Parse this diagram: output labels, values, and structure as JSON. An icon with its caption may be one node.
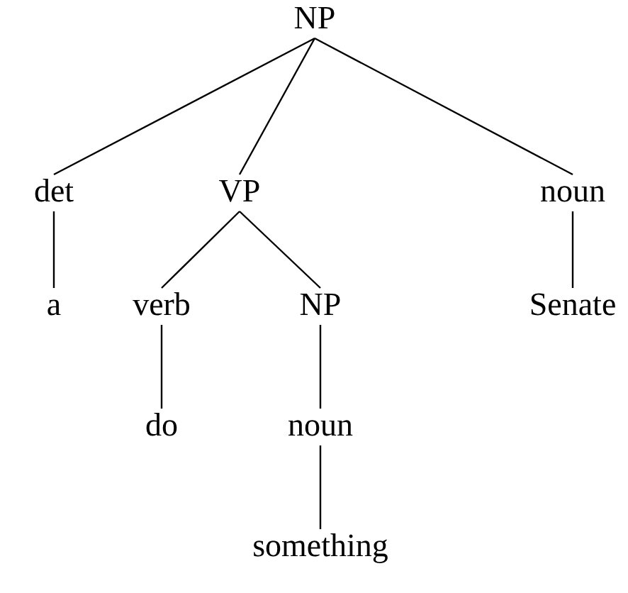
{
  "diagram": {
    "nodes": [
      {
        "text": [
          "NP"
        ]
      },
      {
        "text": [
          "det"
        ]
      },
      {
        "text": [
          "VP"
        ]
      },
      {
        "text": [
          "noun"
        ]
      },
      {
        "text": [
          "a"
        ]
      },
      {
        "text": [
          "verb"
        ]
      },
      {
        "text": [
          "NP"
        ]
      },
      {
        "text": [
          "Senate"
        ]
      },
      {
        "text": [
          "do"
        ]
      },
      {
        "text": [
          "noun"
        ]
      },
      {
        "text": [
          "something"
        ]
      }
    ],
    "edges": [
      {
        "from": 0,
        "to": 1,
        "arrow": "none"
      },
      {
        "from": 0,
        "to": 2,
        "arrow": "none"
      },
      {
        "from": 0,
        "to": 3,
        "arrow": "none"
      },
      {
        "from": 1,
        "to": 4,
        "arrow": "none"
      },
      {
        "from": 2,
        "to": 5,
        "arrow": "none"
      },
      {
        "from": 2,
        "to": 6,
        "arrow": "none"
      },
      {
        "from": 3,
        "to": 7,
        "arrow": "none"
      },
      {
        "from": 5,
        "to": 8,
        "arrow": "none"
      },
      {
        "from": 6,
        "to": 9,
        "arrow": "none"
      },
      {
        "from": 9,
        "to": 10,
        "arrow": "none"
      }
    ]
  }
}
